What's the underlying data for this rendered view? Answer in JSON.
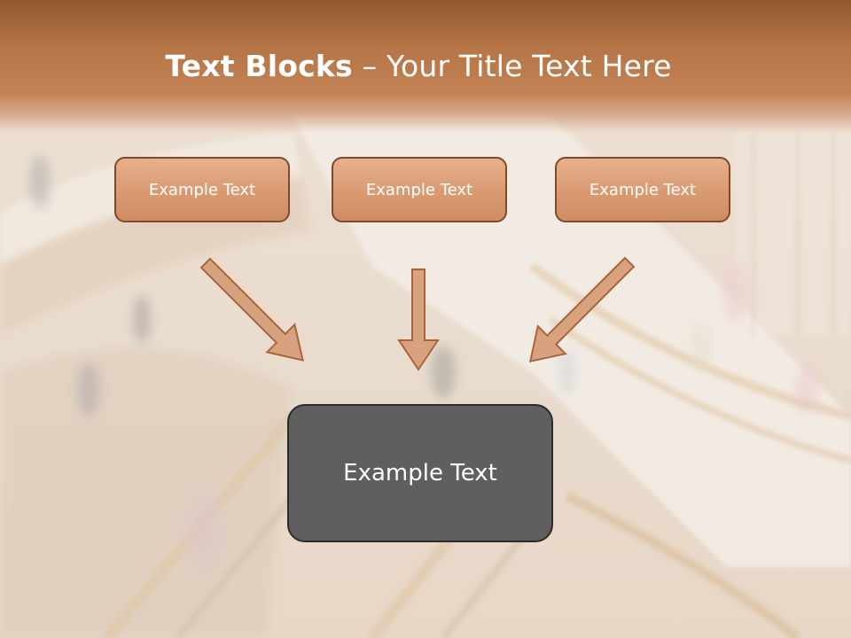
{
  "slide": {
    "title_bold": "Text Blocks",
    "title_rest": " – Your Title Text Here",
    "boxes": [
      {
        "label": "Example Text"
      },
      {
        "label": "Example Text"
      },
      {
        "label": "Example Text"
      }
    ],
    "main_box": {
      "label": "Example Text"
    }
  },
  "colors": {
    "header": "#b57546",
    "box_fill": "#d99a72",
    "box_border": "#80492a",
    "arrow": "#d9a27f",
    "main_box_fill": "#5f5f5f"
  }
}
